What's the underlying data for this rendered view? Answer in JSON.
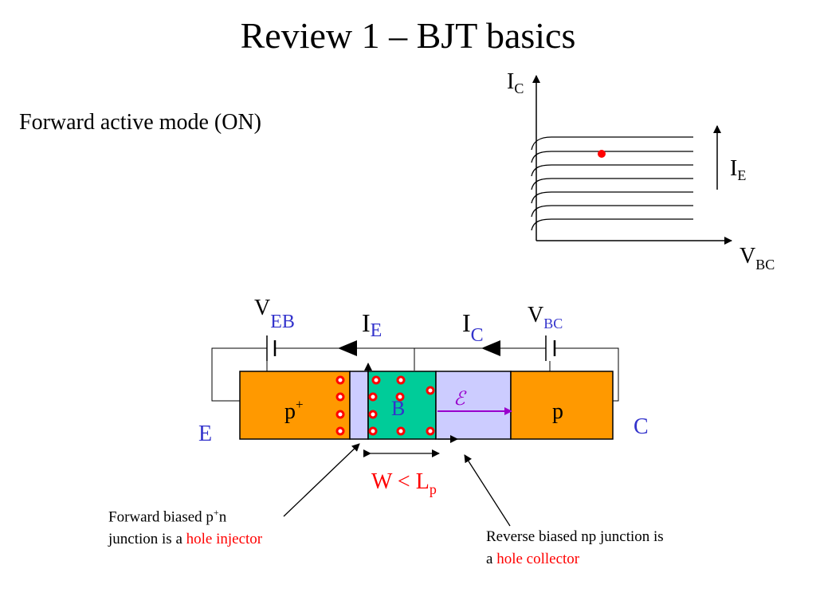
{
  "slide": {
    "title": "Review 1 – BJT basics",
    "subtitle": "Forward active mode (ON)"
  },
  "graph": {
    "y_axis": {
      "main": "I",
      "sub": "C"
    },
    "x_axis": {
      "main": "V",
      "sub": "BC"
    },
    "family_arrow": {
      "main": "I",
      "sub": "E"
    }
  },
  "device": {
    "emitter_region": {
      "main": "p",
      "sup": "+"
    },
    "base_region": "B",
    "collector_region": "p",
    "field_symbol": "ℰ",
    "terminal_emitter": "E",
    "terminal_collector": "C",
    "v_eb": {
      "main": "V",
      "sub": "EB"
    },
    "v_bc": {
      "main": "V",
      "sub": "BC"
    },
    "i_e": {
      "main": "I",
      "sub": "E"
    },
    "i_c": {
      "main": "I",
      "sub": "C"
    },
    "width_relation": {
      "main": "W < L",
      "sub": "p"
    }
  },
  "callouts": {
    "left_line1": "Forward biased p",
    "left_line1_sup": "+",
    "left_line1_end": "n",
    "left_line2_prefix": "junction is a ",
    "left_line2_highlight": "hole injector",
    "right_line1": "Reverse biased np junction is",
    "right_line2_prefix": "a ",
    "right_line2_highlight": "hole collector"
  },
  "colors": {
    "p_region": "#ff9900",
    "depletion": "#ccccff",
    "base": "#00cc99",
    "hole": "#ff0000",
    "terminal_label": "#3333cc",
    "field_arrow": "#9900cc",
    "annotation_red": "#ff0000"
  }
}
